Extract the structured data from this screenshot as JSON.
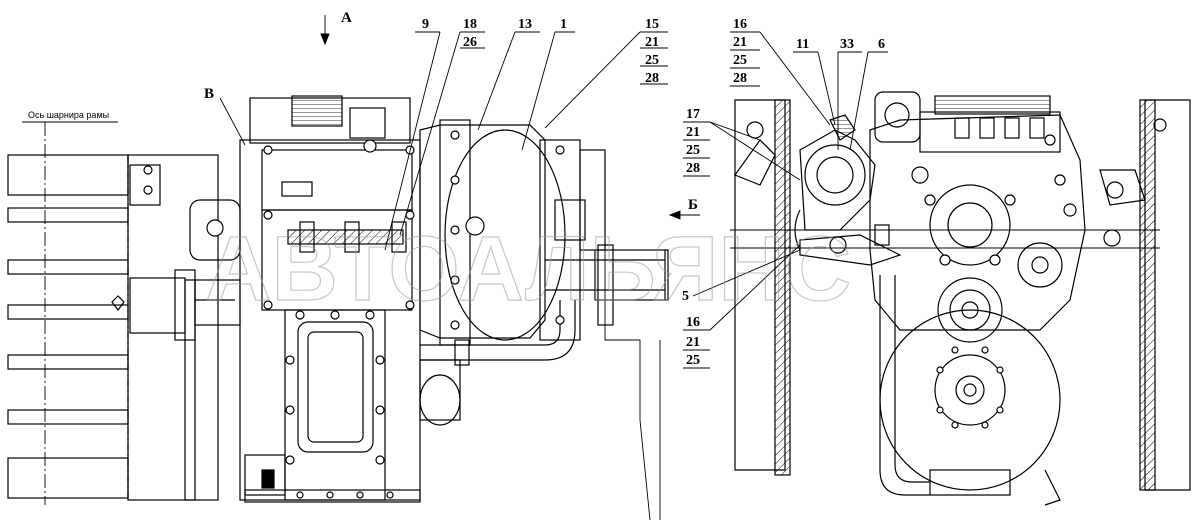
{
  "watermark": "АВТОАЛЬЯНС",
  "view_markers": {
    "A": "А",
    "B_cyr": "Б",
    "V": "В"
  },
  "frame_axis_label": "Ось шарнира рамы",
  "left_callouts": {
    "c9": "9",
    "c18": "18",
    "c26": "26",
    "c13": "13",
    "c1": "1",
    "c15": "15",
    "c15_21": "21",
    "c15_25": "25",
    "c15_28": "28"
  },
  "right_callouts": {
    "c16": "16",
    "c16_21": "21",
    "c16_25": "25",
    "c16_28": "28",
    "c11": "11",
    "c33": "33",
    "c6": "6",
    "c17": "17",
    "c17_21": "21",
    "c17_25": "25",
    "c17_28": "28",
    "c5": "5",
    "c16b": "16",
    "c16b_21": "21",
    "c16b_25": "25"
  }
}
